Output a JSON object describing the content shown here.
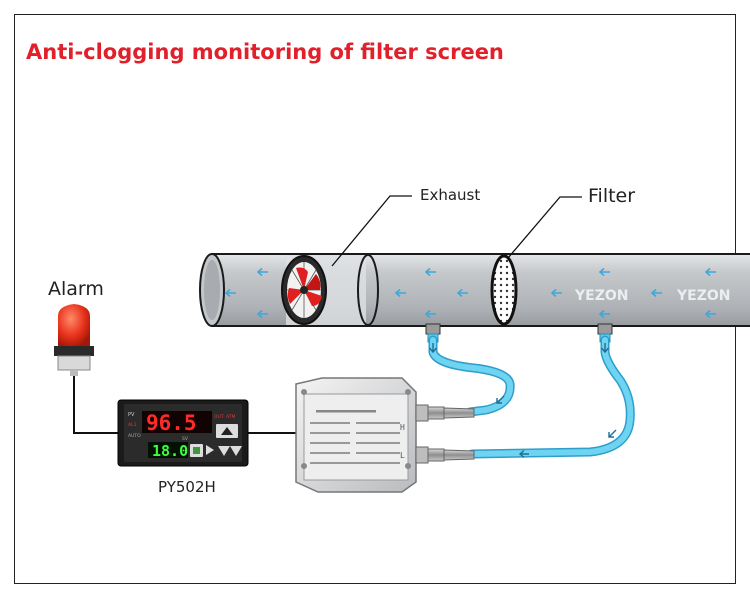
{
  "title": "Anti-clogging monitoring of filter screen",
  "labels": {
    "exhaust": "Exhaust",
    "filter": "Filter",
    "alarm": "Alarm",
    "controller_model": "PY502H"
  },
  "pipe": {
    "watermark": "YEZON"
  },
  "controller": {
    "pv_value": "96.5",
    "sv_value": "18.0",
    "pv_tag": "PV",
    "sv_tag": "SV",
    "out_tag": "OUT",
    "atm_tag": "ATM",
    "al_tag": "AL1",
    "auto_tag": "AUTO"
  },
  "transmitter": {
    "port_high": "H",
    "port_low": "L"
  },
  "colors": {
    "title_red": "#e0202a",
    "pipe_gray": "#b9bcc0",
    "tube_blue": "#5cc8ee",
    "display_red": "#ff2a2a",
    "display_green": "#3dff3d"
  }
}
